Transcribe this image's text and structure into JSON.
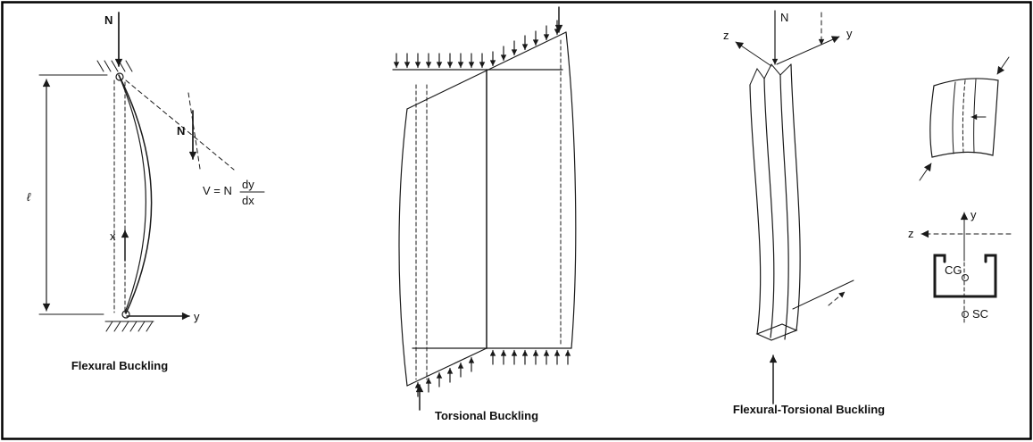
{
  "figure": {
    "background": "#ffffff",
    "border_color": "#000000",
    "line_color": "#1a1a1a"
  },
  "flexural": {
    "caption": "Flexural Buckling",
    "axial_load_label": "N",
    "shear_load_label": "N",
    "length_label": "ℓ",
    "x_axis_label": "x",
    "y_axis_label": "y",
    "formula_lhs": "V = N",
    "formula_numerator": "dy",
    "formula_denominator": "dx"
  },
  "torsional": {
    "caption": "Torsional Buckling"
  },
  "flexural_torsional": {
    "caption": "Flexural-Torsional Buckling",
    "axial_load_label": "N",
    "z_axis_label": "z",
    "y_axis_label": "y"
  },
  "sections": {
    "y_axis_label": "y",
    "z_axis_label": "z",
    "centroid_label": "CG",
    "shear_center_label": "SC"
  }
}
